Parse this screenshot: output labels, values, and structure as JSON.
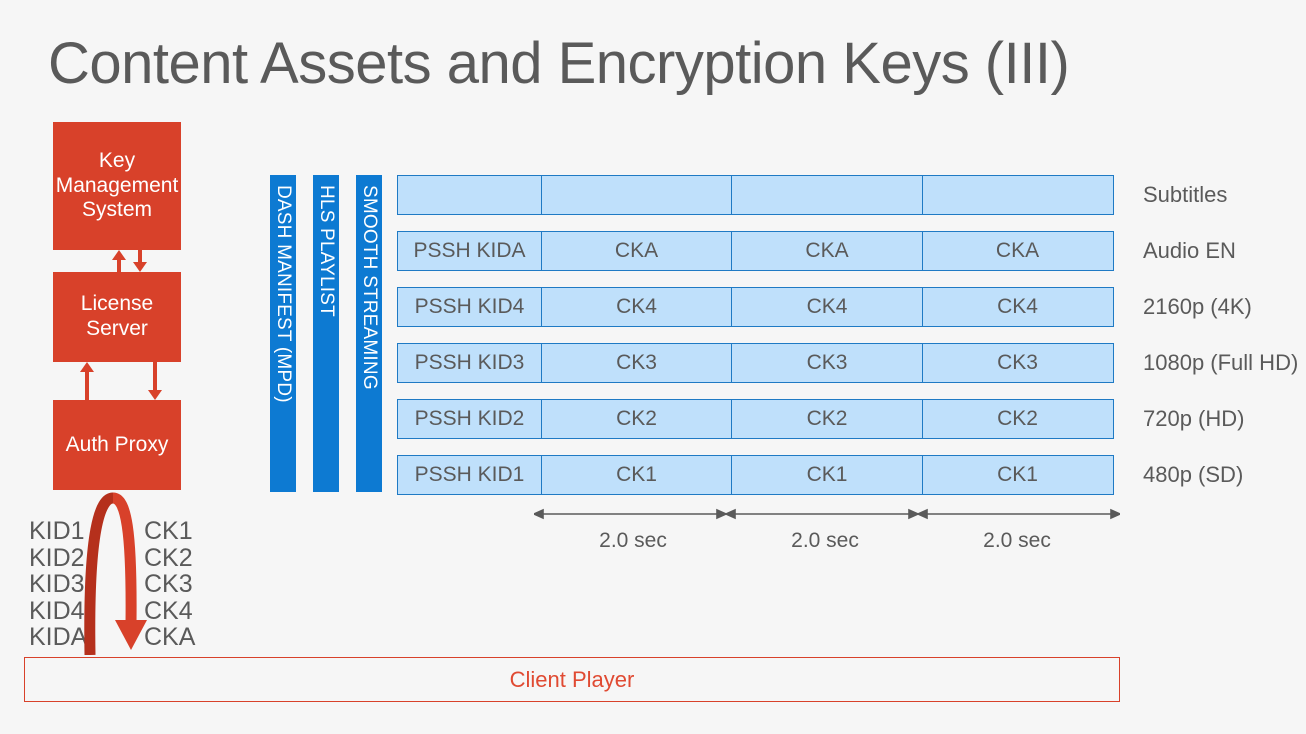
{
  "slide": {
    "title": "Content Assets and Encryption Keys (III)",
    "background_color": "#f6f6f6"
  },
  "colors": {
    "red": "#d8412a",
    "blue": "#0d7ad2",
    "cell_fill": "#bfe0fb",
    "cell_border": "#1f7ac4",
    "text": "#5a5a5a",
    "client_player_text": "#e04a32"
  },
  "key_system": {
    "boxes": [
      {
        "name": "key-management-system",
        "label": "Key Management System"
      },
      {
        "name": "license-server",
        "label": "License Server"
      },
      {
        "name": "auth-proxy",
        "label": "Auth Proxy"
      }
    ],
    "arrows": [
      {
        "name": "kms-up-arrow",
        "direction": "up"
      },
      {
        "name": "kms-down-arrow",
        "direction": "down"
      },
      {
        "name": "license-up-arrow",
        "direction": "up"
      },
      {
        "name": "license-down-arrow",
        "direction": "down"
      }
    ]
  },
  "key_mapping": {
    "kids": "KID1\nKID2\nKID3\nKID4\nKIDA",
    "cks": "CK1\nCK2\nCK3\nCK4\nCKA",
    "kid_items": [
      "KID1",
      "KID2",
      "KID3",
      "KID4",
      "KIDA"
    ],
    "ck_items": [
      "CK1",
      "CK2",
      "CK3",
      "CK4",
      "CKA"
    ]
  },
  "manifests": [
    {
      "name": "dash-manifest-bar",
      "label": "DASH MANIFEST (MPD)"
    },
    {
      "name": "hls-playlist-bar",
      "label": "HLS PLAYLIST"
    },
    {
      "name": "smooth-streaming-bar",
      "label": "SMOOTH STREAMING"
    }
  ],
  "grid": {
    "column_count": 4,
    "rows": [
      {
        "track": "Subtitles",
        "pssh": "",
        "segments": [
          "",
          "",
          ""
        ]
      },
      {
        "track": "Audio EN",
        "pssh": "PSSH KIDA",
        "segments": [
          "CKA",
          "CKA",
          "CKA"
        ]
      },
      {
        "track": "2160p (4K)",
        "pssh": "PSSH KID4",
        "segments": [
          "CK4",
          "CK4",
          "CK4"
        ]
      },
      {
        "track": "1080p (Full HD)",
        "pssh": "PSSH KID3",
        "segments": [
          "CK3",
          "CK3",
          "CK3"
        ]
      },
      {
        "track": "720p (HD)",
        "pssh": "PSSH KID2",
        "segments": [
          "CK2",
          "CK2",
          "CK2"
        ]
      },
      {
        "track": "480p (SD)",
        "pssh": "PSSH KID1",
        "segments": [
          "CK1",
          "CK1",
          "CK1"
        ]
      }
    ]
  },
  "timing": {
    "segment_durations": [
      "2.0 sec",
      "2.0 sec",
      "2.0 sec"
    ]
  },
  "client_player": {
    "label": "Client Player"
  }
}
